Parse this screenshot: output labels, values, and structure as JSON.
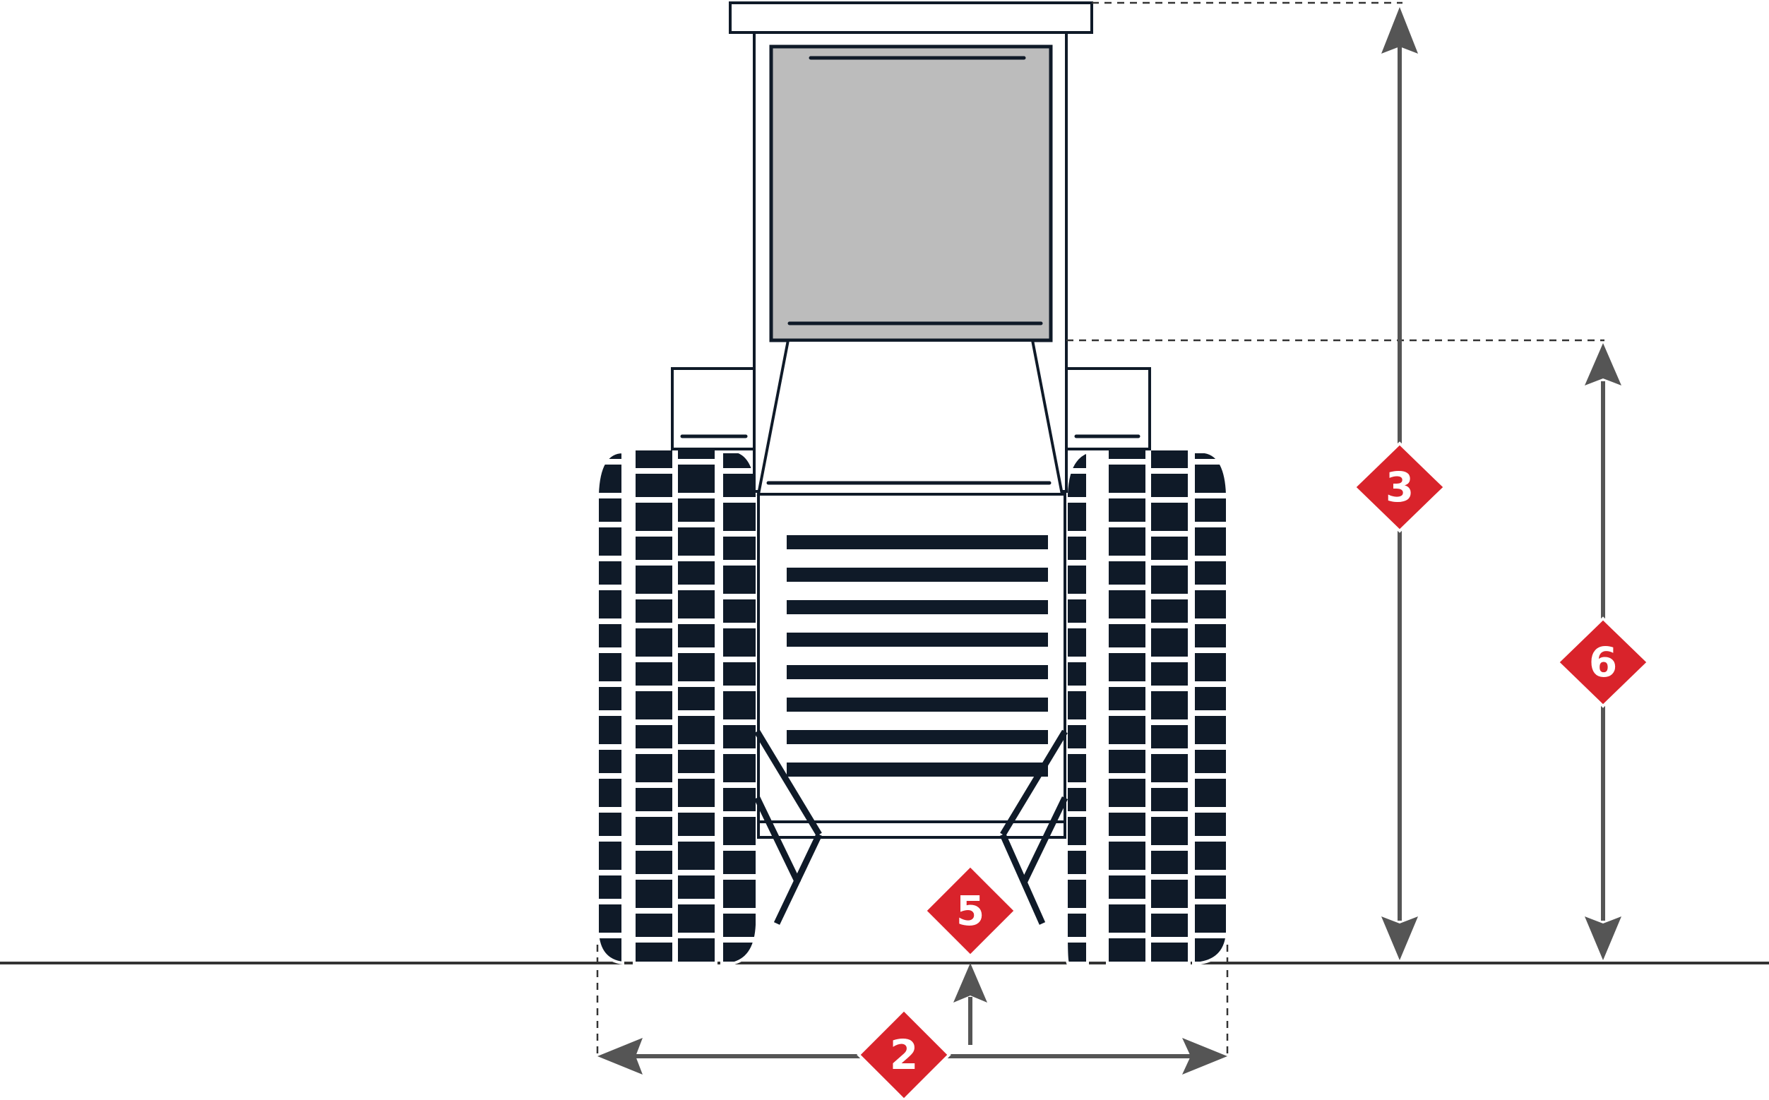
{
  "markers": {
    "width": "2",
    "height": "3",
    "ground_clearance": "5",
    "hood_height": "6"
  },
  "icons": {
    "width_marker": "diamond-marker-icon",
    "height_marker": "diamond-marker-icon",
    "ground_clearance_marker": "diamond-marker-icon",
    "hood_height_marker": "diamond-marker-icon"
  },
  "colors": {
    "outline": "#0f1a28",
    "tire": "#0f1a28",
    "cab_glass": "#bcbcbc",
    "dimension": "#555555",
    "marker": "#d9232b",
    "marker_text": "#ffffff",
    "ground": "#333333"
  }
}
